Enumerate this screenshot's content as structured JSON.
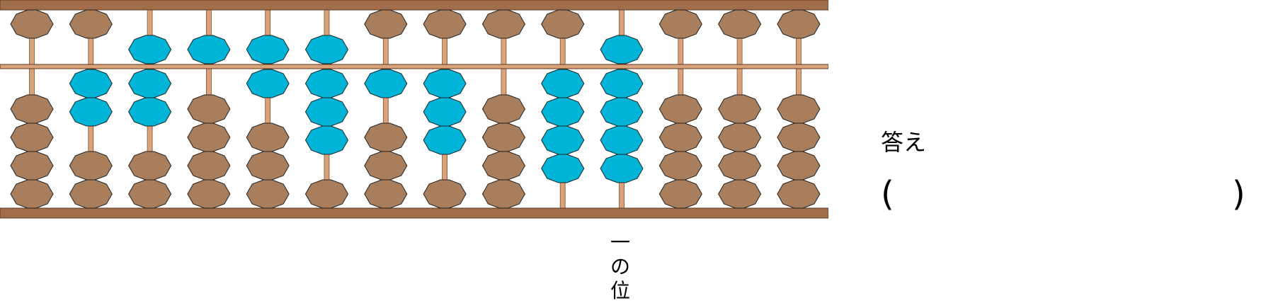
{
  "abacus": {
    "rod_count": 14,
    "upper_beads_active": [
      false,
      false,
      true,
      true,
      true,
      true,
      false,
      false,
      false,
      false,
      true,
      false,
      false,
      false
    ],
    "lower_beads_active_count": [
      0,
      2,
      2,
      0,
      1,
      3,
      1,
      3,
      0,
      4,
      4,
      0,
      0,
      0
    ],
    "unit_rod_index": 10,
    "colors": {
      "frame": "#a06e4a",
      "rod": "#d9a27a",
      "bead_inactive": "#a87e5c",
      "bead_active": "#00b4d8",
      "bead_outline": "#222222"
    }
  },
  "unit_label": {
    "line1": "一",
    "line2": "の",
    "line3": "位"
  },
  "answer": {
    "label": "答え",
    "open_paren": "(",
    "close_paren": ")",
    "value": ""
  }
}
